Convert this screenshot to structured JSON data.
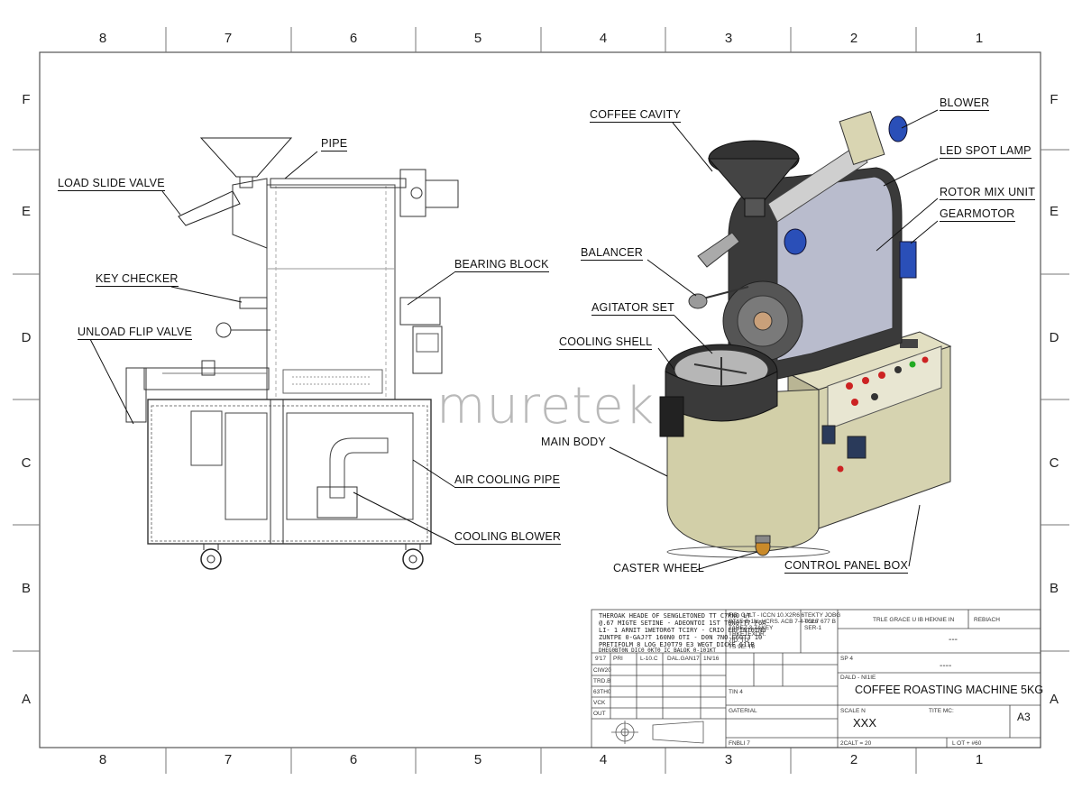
{
  "zones": {
    "columns": [
      "8",
      "7",
      "6",
      "5",
      "4",
      "3",
      "2",
      "1"
    ],
    "rows": [
      "F",
      "E",
      "D",
      "C",
      "B",
      "A"
    ]
  },
  "watermark": "muretek",
  "callouts": {
    "left": {
      "load_slide_valve": "LOAD SLIDE VALVE",
      "pipe": "PIPE",
      "key_checker": "KEY CHECKER",
      "bearing_block": "BEARING BLOCK",
      "unload_flip_valve": "UNLOAD FLIP VALVE",
      "air_cooling_pipe": "AIR COOLING PIPE",
      "cooling_blower": "COOLING BLOWER"
    },
    "right": {
      "coffee_cavity": "COFFEE CAVITY",
      "blower": "BLOWER",
      "led_spot_lamp": "LED SPOT LAMP",
      "rotor_mix_unit": "ROTOR MIX UNIT",
      "gearmotor": "GEARMOTOR",
      "balancer": "BALANCER",
      "agitator_set": "AGITATOR SET",
      "cooling_shell": "COOLING SHELL",
      "main_body": "MAIN BODY",
      "caster_wheel": "CASTER WHEEL",
      "control_panel_box": "CONTROL PANEL BOX"
    }
  },
  "title_block": {
    "notes_lines": [
      "THEROAK HEADE OF SENGLETONED TT C7RNO LT",
      "@.67 MIGTE SETINE - ADEONTOI 1ST T0N0?T7 F6A",
      "LI- 1 ARNIT 1WETOR6T TCIRY - CRIO ERFINT6ING",
      "ZUNTPE 0-GAJ?T 160N0 OTI - D0N 7NO E60T3 10",
      "PRETIFOLM 8 LOG EJ0T79 E3 WEGT DICKE 611B",
      "DHEG0BT0N  DIC0 0KT0 IC  BALOK 0-101KT"
    ],
    "mid_notes_lines": [
      "FIB. GALT - ICCN 10.X2R6 6",
      "RT1E B 1N: HCRS. ACB 7-4-0526",
      "TAREZ 3.ZAKEY",
      "TRKETEXOR.",
      "7ID. TO",
      "TS 9E. T8"
    ],
    "finish_lines": [
      "TEKTY JOBG",
      "TOL7 677 B",
      "SER-1"
    ],
    "header_row": [
      "9'17",
      "PRI",
      "L-10.C",
      "DAL.GAN17",
      "1N/16"
    ],
    "role_rows": [
      "CIW20",
      "TRD.B",
      "63TH0",
      "VCK",
      "OUT"
    ],
    "material_label": "GATERIAL",
    "tinish_label": "TIN 4",
    "finish_label": "FNBLI 7",
    "weight_title": "TRLE GRACE U IB HEKNIE IN",
    "revision_label": "REBIACH",
    "dash_1": "---",
    "dwg_label": "SP 4",
    "dash_2": "----",
    "title_label": "DALD - NI1IE",
    "drawing_title": "COFFEE ROASTING MACHINE 5KG",
    "scale_label": "SCALE N",
    "dwg_no_label": "TITE MC:",
    "dwg_no_value": "XXX",
    "sheet_size": "A3",
    "scale_value": "2CALT = 20",
    "sheet_value": "L OT + #60"
  }
}
